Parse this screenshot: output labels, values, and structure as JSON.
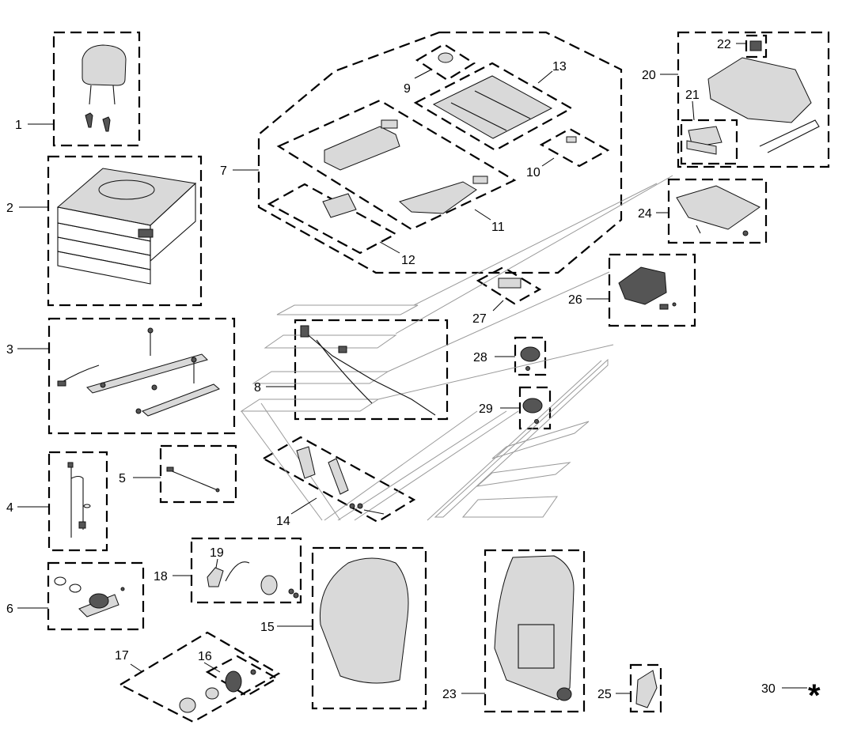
{
  "diagram": {
    "callouts": [
      {
        "id": "c1",
        "label": "1"
      },
      {
        "id": "c2",
        "label": "2"
      },
      {
        "id": "c3",
        "label": "3"
      },
      {
        "id": "c4",
        "label": "4"
      },
      {
        "id": "c5",
        "label": "5"
      },
      {
        "id": "c6",
        "label": "6"
      },
      {
        "id": "c7",
        "label": "7"
      },
      {
        "id": "c8",
        "label": "8"
      },
      {
        "id": "c9",
        "label": "9"
      },
      {
        "id": "c10",
        "label": "10"
      },
      {
        "id": "c11",
        "label": "11"
      },
      {
        "id": "c12",
        "label": "12"
      },
      {
        "id": "c13",
        "label": "13"
      },
      {
        "id": "c14",
        "label": "14"
      },
      {
        "id": "c15",
        "label": "15"
      },
      {
        "id": "c16",
        "label": "16"
      },
      {
        "id": "c17",
        "label": "17"
      },
      {
        "id": "c18",
        "label": "18"
      },
      {
        "id": "c19",
        "label": "19"
      },
      {
        "id": "c20",
        "label": "20"
      },
      {
        "id": "c21",
        "label": "21"
      },
      {
        "id": "c22",
        "label": "22"
      },
      {
        "id": "c23",
        "label": "23"
      },
      {
        "id": "c24",
        "label": "24"
      },
      {
        "id": "c25",
        "label": "25"
      },
      {
        "id": "c26",
        "label": "26"
      },
      {
        "id": "c27",
        "label": "27"
      },
      {
        "id": "c28",
        "label": "28"
      },
      {
        "id": "c29",
        "label": "29"
      },
      {
        "id": "c30",
        "label": "30"
      }
    ],
    "asterisk": "*"
  }
}
